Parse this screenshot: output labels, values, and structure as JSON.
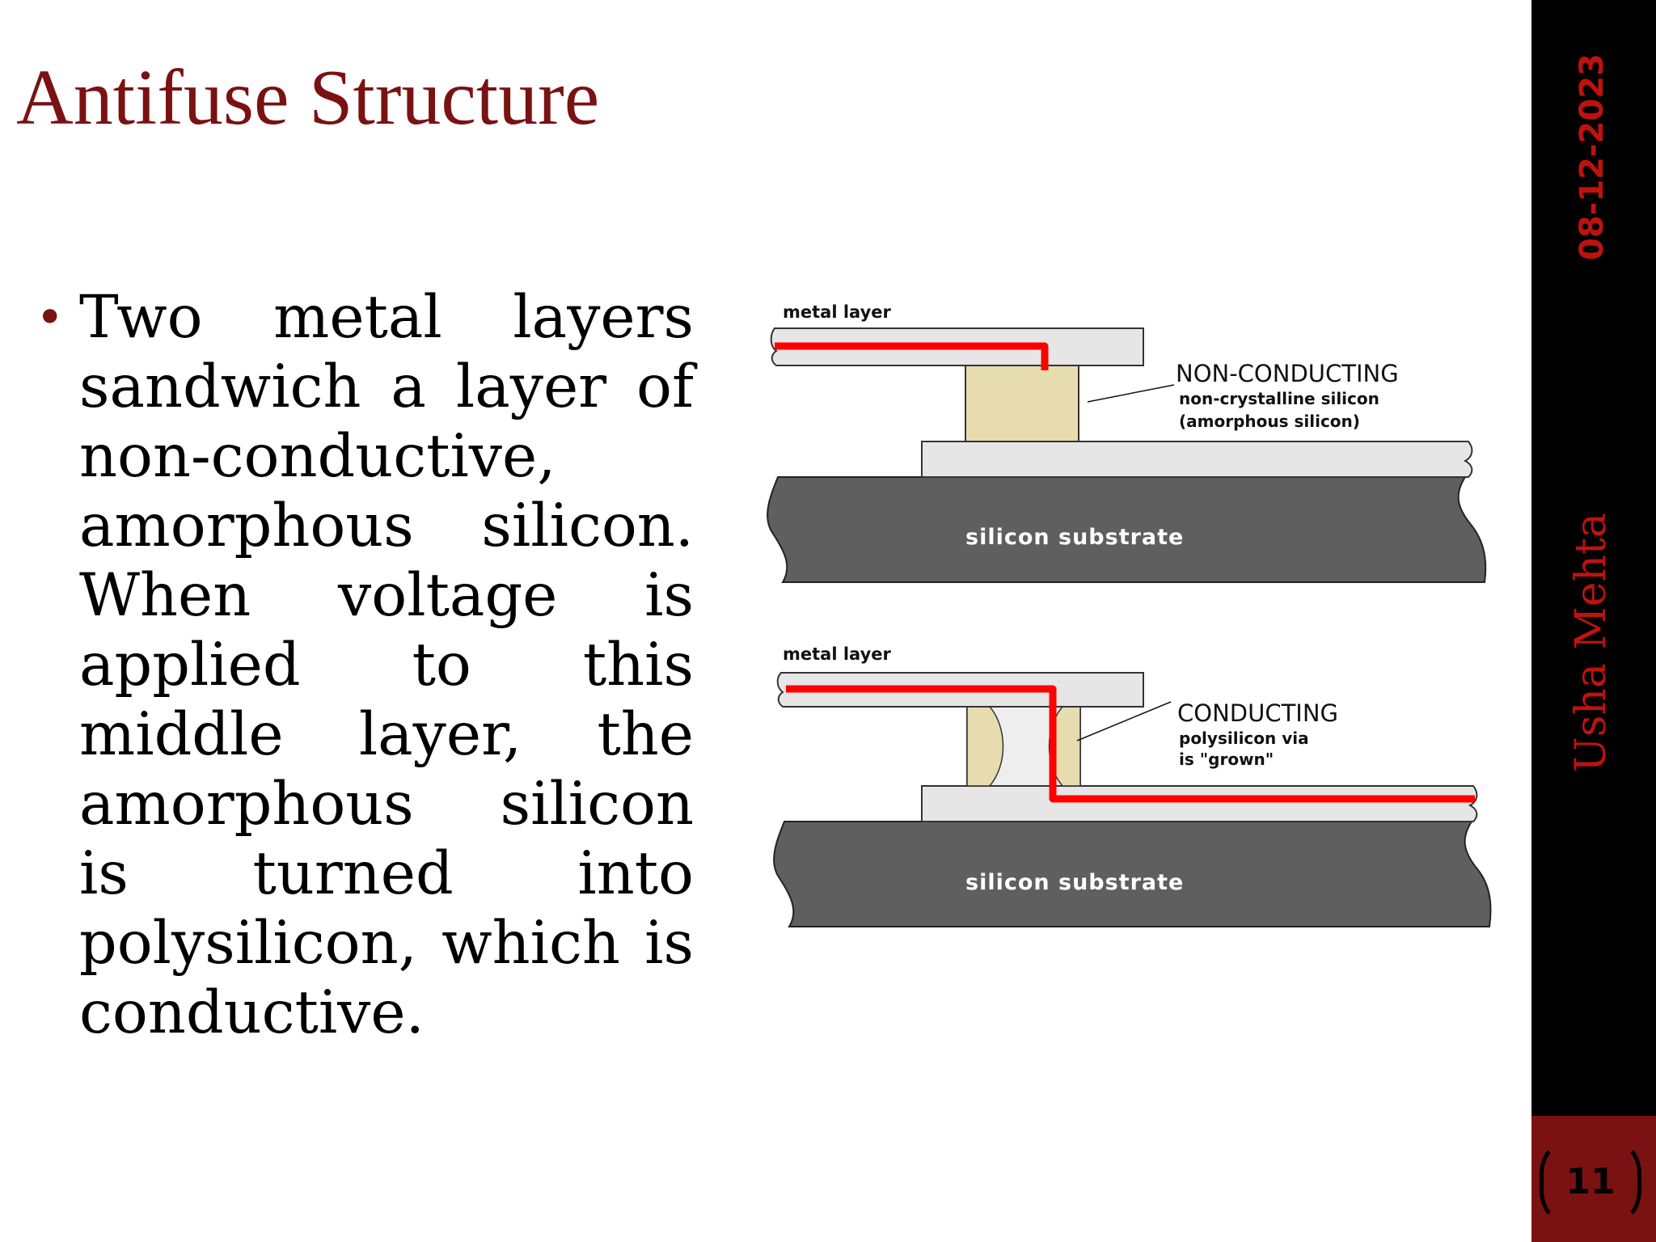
{
  "title": "Antifuse Structure",
  "body": {
    "bullet_text": "Two metal layers sandwich a layer of non-conductive, amorphous silicon. When voltage is applied to this middle layer, the amorphous silicon is turned into polysilicon, which is conductive."
  },
  "sidebar": {
    "date": "08-12-2023",
    "author": "Usha Mehta",
    "page_number": "11"
  },
  "diagram": {
    "top": {
      "metal_label": "metal layer",
      "state_label": "NON-CONDUCTING",
      "detail_line1": "non-crystalline silicon",
      "detail_line2": "(amorphous silicon)",
      "substrate_label": "silicon substrate"
    },
    "bottom": {
      "metal_label": "metal layer",
      "state_label": "CONDUCTING",
      "detail_line1": "polysilicon via",
      "detail_line2": "is \"grown\"",
      "substrate_label": "silicon substrate"
    }
  },
  "colors": {
    "title": "#7a1212",
    "sidebar": "#000000",
    "accent_red": "#c0120d",
    "current_path": "#ff0000",
    "substrate": "#5f5f5f",
    "metal": "#e6e6e6",
    "amorphous": "#e6dcb0"
  }
}
